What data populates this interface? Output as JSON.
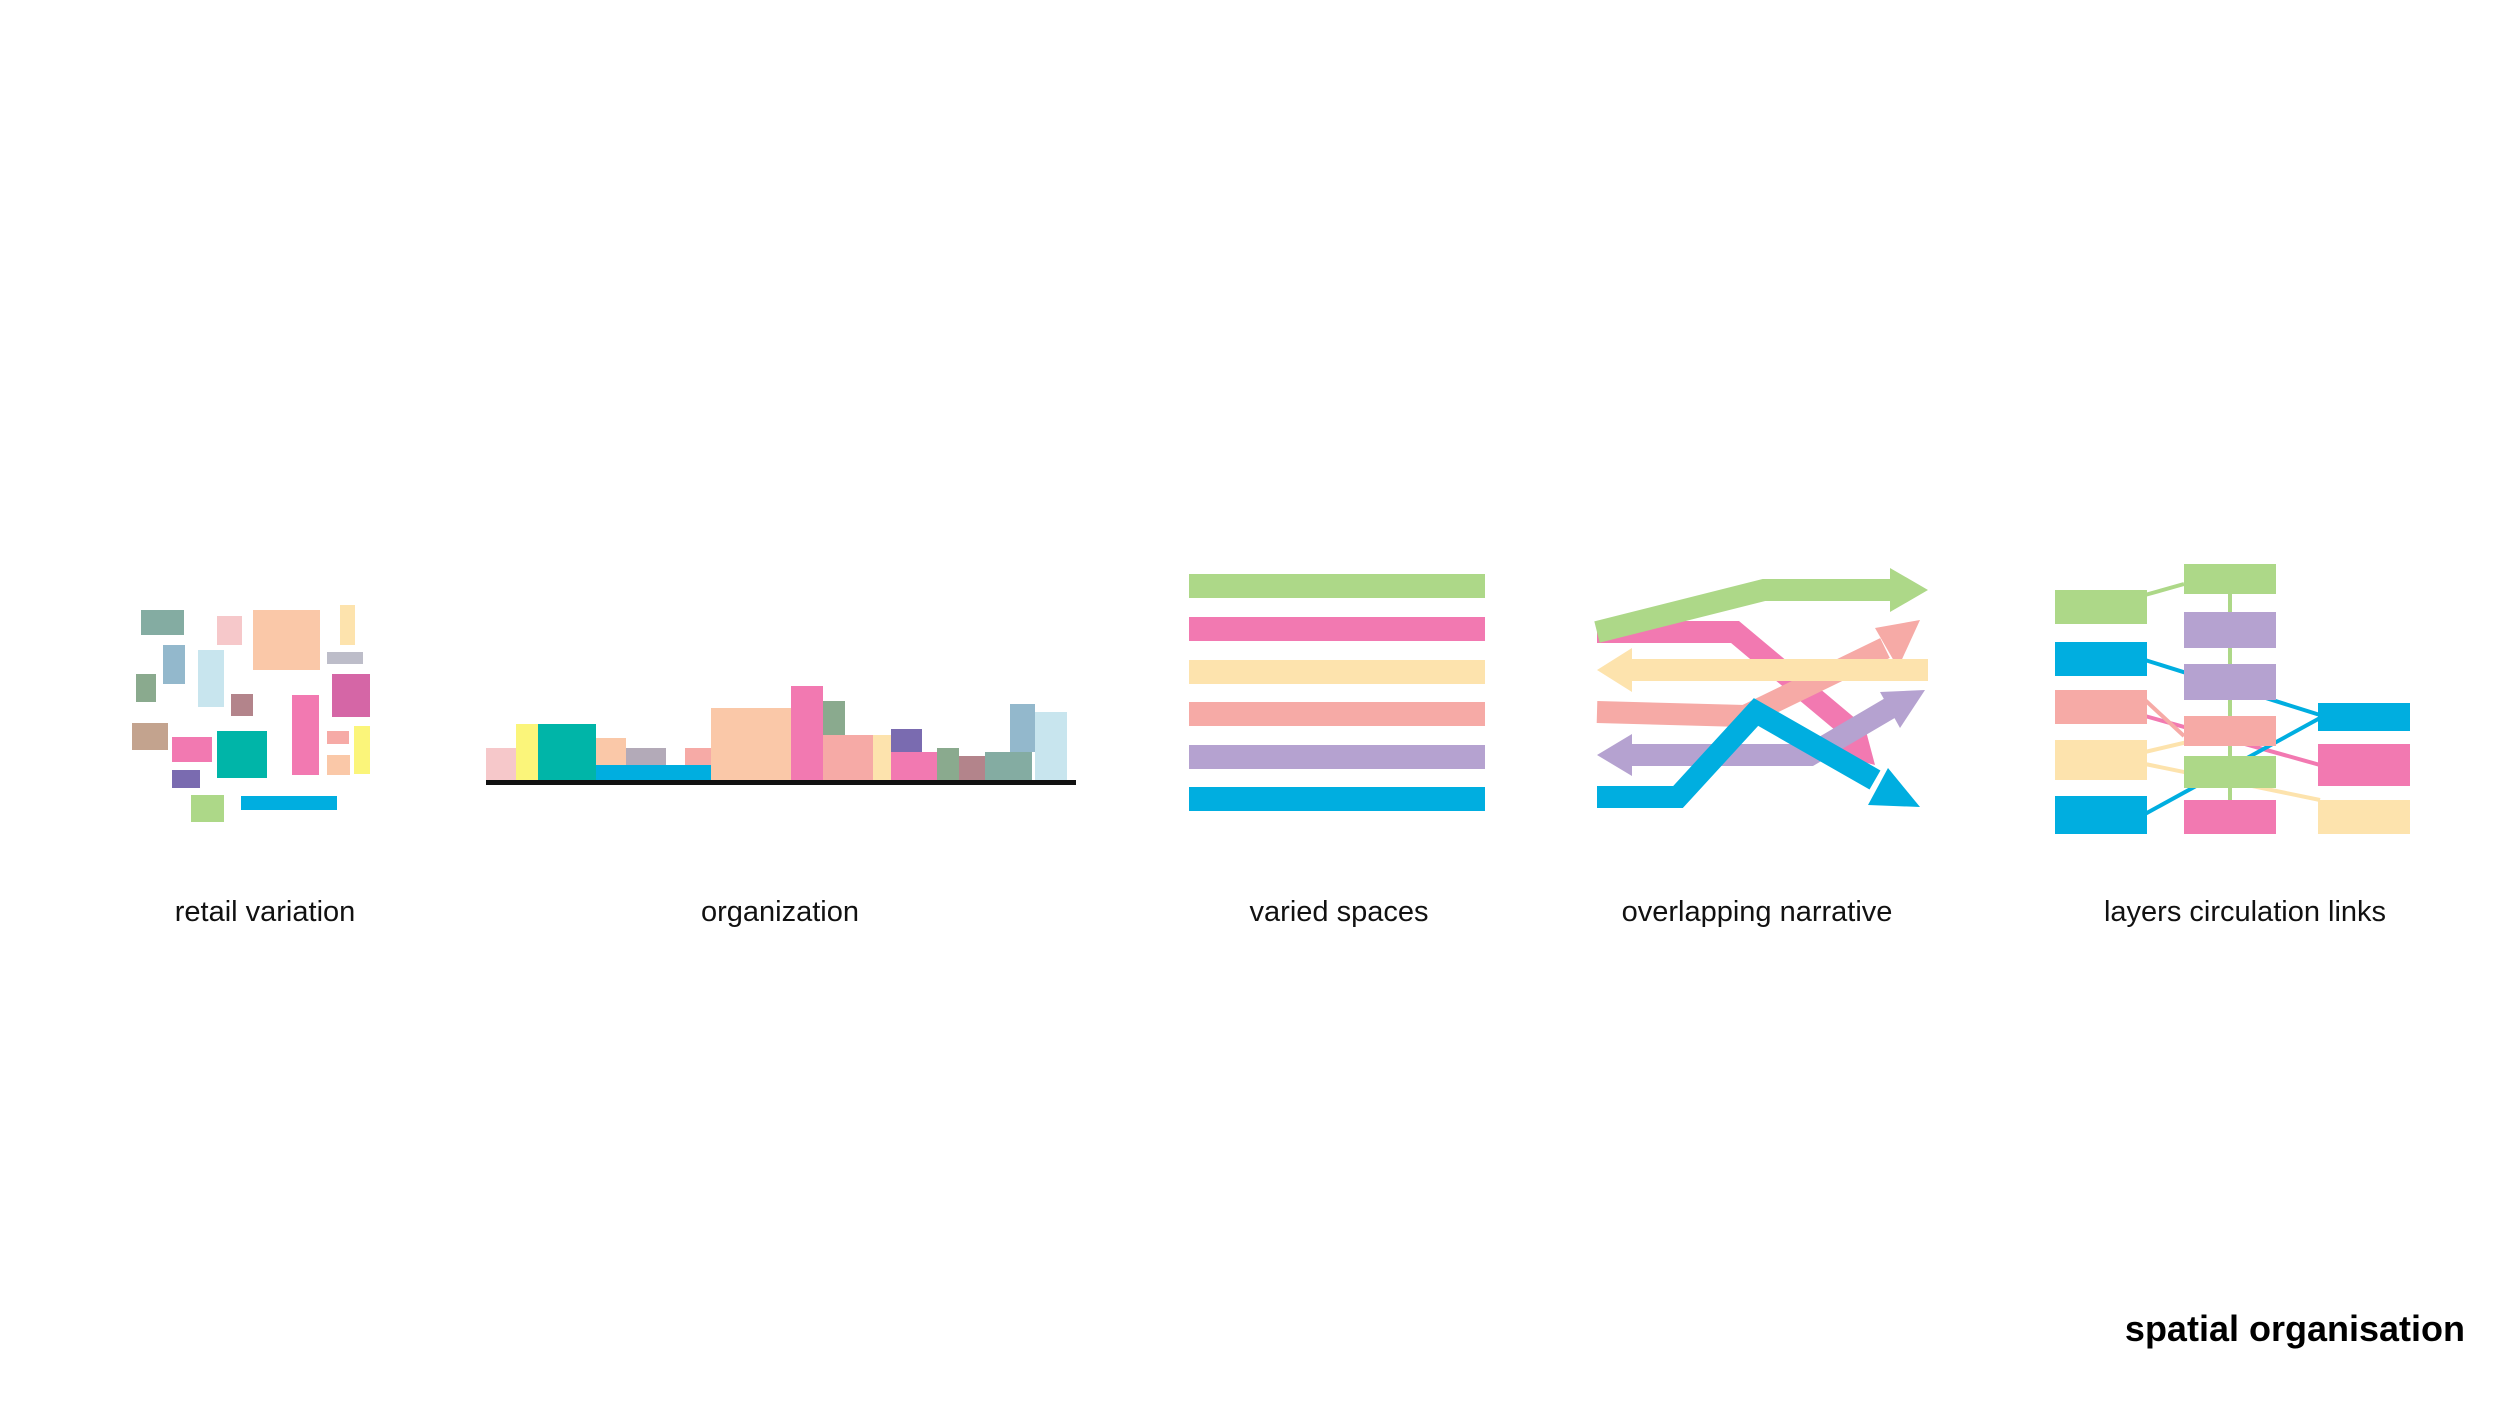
{
  "title": "spatial organisation",
  "captions": {
    "retail": "retail variation",
    "organization": "organization",
    "varied": "varied spaces",
    "narrative": "overlapping narrative",
    "layers": "layers circulation links"
  },
  "palette": {
    "green": "#add888",
    "pink": "#f279b1",
    "cream": "#fde3ad",
    "salmon": "#f6aaa6",
    "lavender": "#b5a2d0",
    "blue": "#00aee0",
    "teal": "#00b5a8",
    "yellow": "#fbf57a",
    "peach": "#fac8a8",
    "mauve": "#b3aab8",
    "rose": "#f6c8ca",
    "sage": "#8aaa8e",
    "greyteal": "#84aca2",
    "steel": "#93b8cc",
    "ice": "#c8e5ee",
    "magenta": "#d566a6",
    "purple": "#7a6bb0",
    "dustyrose": "#b3848b",
    "tan": "#c3a38e",
    "lightgrey": "#bdbdc9",
    "black": "#111111"
  },
  "icons": [
    "retail-variation-diagram",
    "organization-skyline-diagram",
    "varied-spaces-stripes",
    "overlapping-narrative-arrows",
    "layers-circulation-links-diagram"
  ]
}
